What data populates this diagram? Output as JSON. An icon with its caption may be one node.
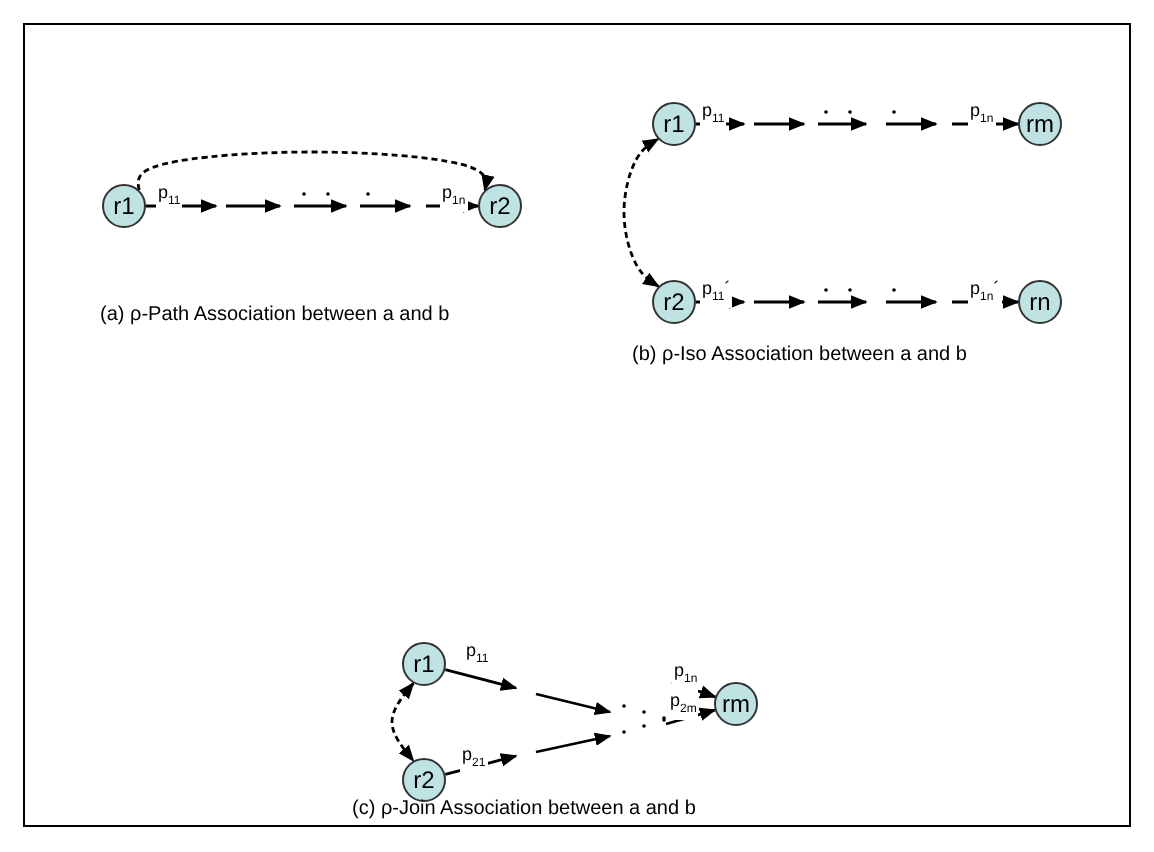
{
  "diagram": {
    "nodes": [
      {
        "text": [
          "r1"
        ]
      },
      {
        "text": [
          "r2"
        ]
      },
      {
        "text": [
          "r1"
        ]
      },
      {
        "text": [
          "rm"
        ]
      },
      {
        "text": [
          "r2"
        ]
      },
      {
        "text": [
          "rn"
        ]
      },
      {
        "text": [
          "r1"
        ]
      },
      {
        "text": [
          "r2"
        ]
      },
      {
        "text": [
          "rm"
        ]
      }
    ],
    "edges": [
      {
        "from": 0,
        "to": null,
        "arrow": "to",
        "label": "p$_{11}$"
      },
      {
        "from": null,
        "to": 1,
        "arrow": "to",
        "label": "p$_{1n}$"
      },
      {
        "from": 0,
        "to": 1,
        "arrow": "to",
        "style": "dashed"
      },
      {
        "from": 2,
        "to": null,
        "arrow": "to",
        "label": "p$_{11}$"
      },
      {
        "from": null,
        "to": 3,
        "arrow": "to",
        "label": "p$_{1n}$"
      },
      {
        "from": 4,
        "to": null,
        "arrow": "to",
        "label": "p$_{11}$´"
      },
      {
        "from": null,
        "to": 5,
        "arrow": "to",
        "label": "p$_{1n}$´"
      },
      {
        "from": 4,
        "to": 2,
        "arrow": "both",
        "style": "dashed"
      },
      {
        "from": 6,
        "to": null,
        "arrow": "to",
        "label": "p$_{11}$"
      },
      {
        "from": null,
        "to": 8,
        "arrow": "to",
        "label": "p$_{1n}$"
      },
      {
        "from": 7,
        "to": null,
        "arrow": "to",
        "label": "p$_{21}$"
      },
      {
        "from": null,
        "to": 8,
        "arrow": "to",
        "label": "p$_{2m}$"
      },
      {
        "from": 6,
        "to": 7,
        "arrow": "both",
        "style": "dashed"
      }
    ],
    "labels": [
      "(a) ρ-Path Association between a and b",
      "(b) ρ-Iso Association between a and b",
      "(c) ρ-Join Association between a and b"
    ]
  }
}
